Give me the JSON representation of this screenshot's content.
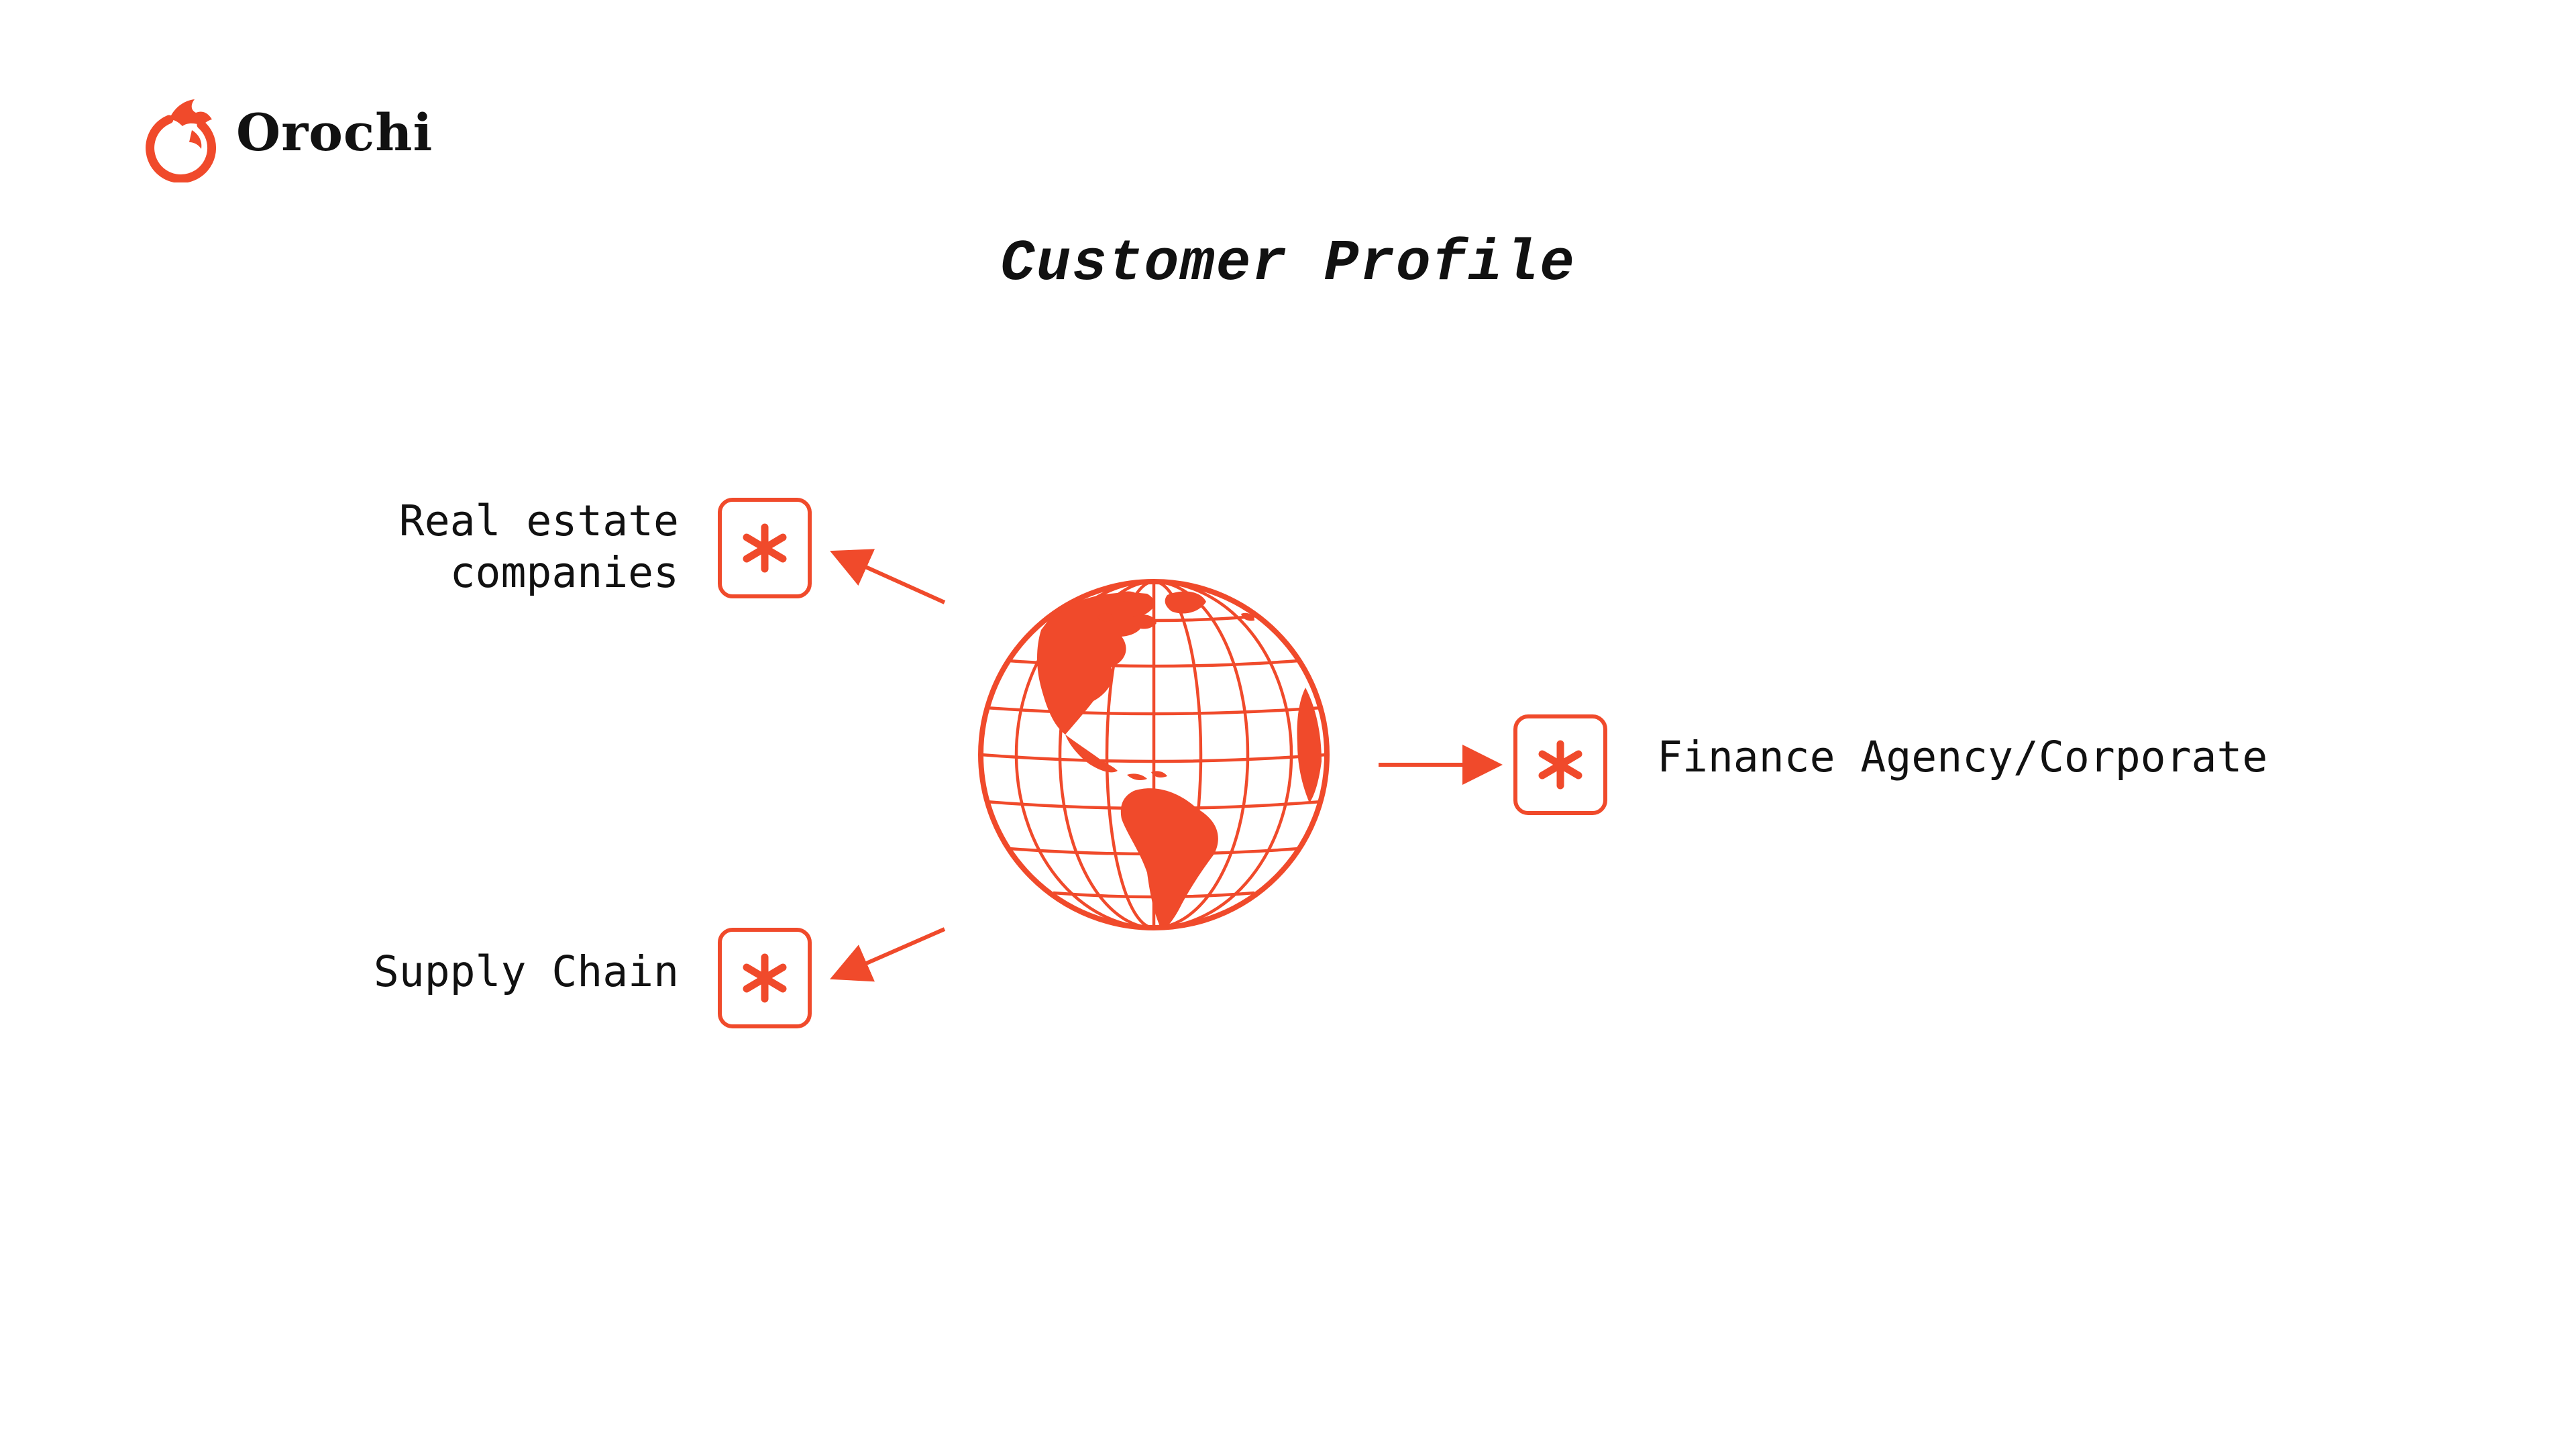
{
  "brand": {
    "name": "Orochi",
    "accent_color": "#F04A2B",
    "logo_icon": "dragon-logo-icon"
  },
  "slide": {
    "title": "Customer Profile"
  },
  "diagram": {
    "center_icon": "globe-icon",
    "segments": [
      {
        "label_lines": [
          "Real estate",
          "companies"
        ],
        "icon": "asterisk-icon"
      },
      {
        "label_lines": [
          "Supply Chain"
        ],
        "icon": "asterisk-icon"
      },
      {
        "label_lines": [
          "Finance Agency/Corporate"
        ],
        "icon": "asterisk-icon"
      }
    ]
  }
}
